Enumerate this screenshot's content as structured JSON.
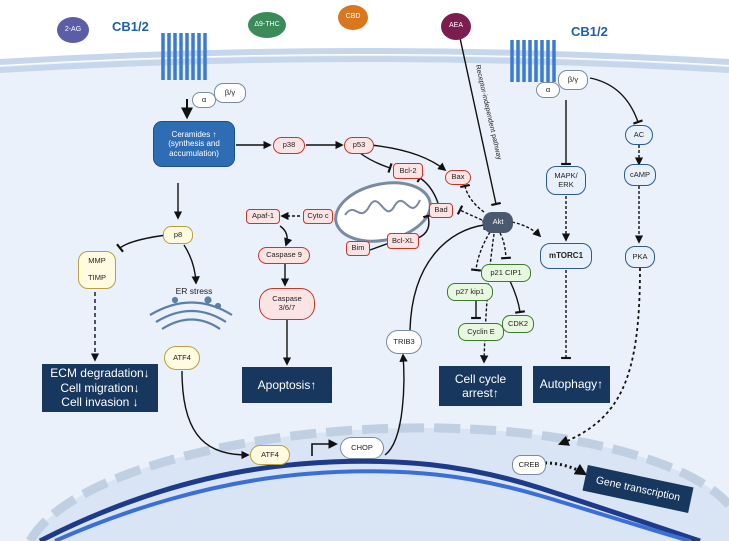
{
  "ligands": {
    "ag2": "2-AG",
    "thc": "Δ9-THC",
    "cbd": "CBD",
    "aea": "AEA"
  },
  "receptors": {
    "left_label": "CB1/2",
    "right_label": "CB1/2",
    "alpha": "α",
    "beta_gamma": "β/γ"
  },
  "nodes": {
    "ceramides": "Ceramides ↑\n(synthesis and\naccumulation)",
    "p38": "p38",
    "p53": "p53",
    "p8": "p8",
    "mmp": "MMP",
    "timp": "TIMP",
    "er_stress": "ER stress",
    "atf4_er": "ATF4",
    "atf4_nuc": "ATF4",
    "chop": "CHOP",
    "trib3": "TRIB3",
    "bcl2": "Bcl-2",
    "bax": "Bax",
    "bad": "Bad",
    "bclxl": "Bcl-XL",
    "bim": "Bim",
    "cyto_c": "Cyto c",
    "apaf1": "Apaf-1",
    "caspase9": "Caspase 9",
    "caspase367": "Caspase\n3/6/7",
    "akt": "Akt",
    "p21": "p21 CIP1",
    "p27": "p27 kip1",
    "cdk2": "CDK2",
    "cyclin_e": "Cyclin E",
    "mapk": "MAPK/\nERK",
    "mtorc1": "mTORC1",
    "ac": "AC",
    "camp": "cAMP",
    "pka": "PKA",
    "creb": "CREB"
  },
  "outcomes": {
    "ecm": "ECM degradation↓\nCell migration↓\nCell invasion ↓",
    "apoptosis": "Apoptosis↑",
    "cell_cycle": "Cell cycle\narrest↑",
    "autophagy": "Autophagy↑",
    "gene_transcription": "Gene transcription"
  },
  "annotations": {
    "receptor_independent": "Receptor-independent pathway"
  },
  "colors": {
    "outcome_box": "#17375e",
    "receptor": "#3a7bd5",
    "ceramides_box": "#2e6db4",
    "ligand_2ag": "#5b5ea6",
    "ligand_thc": "#3a8a5a",
    "ligand_cbd": "#d9771f",
    "ligand_aea": "#7b1e4f",
    "pink_border": "#c0392b",
    "green_border": "#3c7a2c",
    "yellow_border": "#b8a040"
  }
}
